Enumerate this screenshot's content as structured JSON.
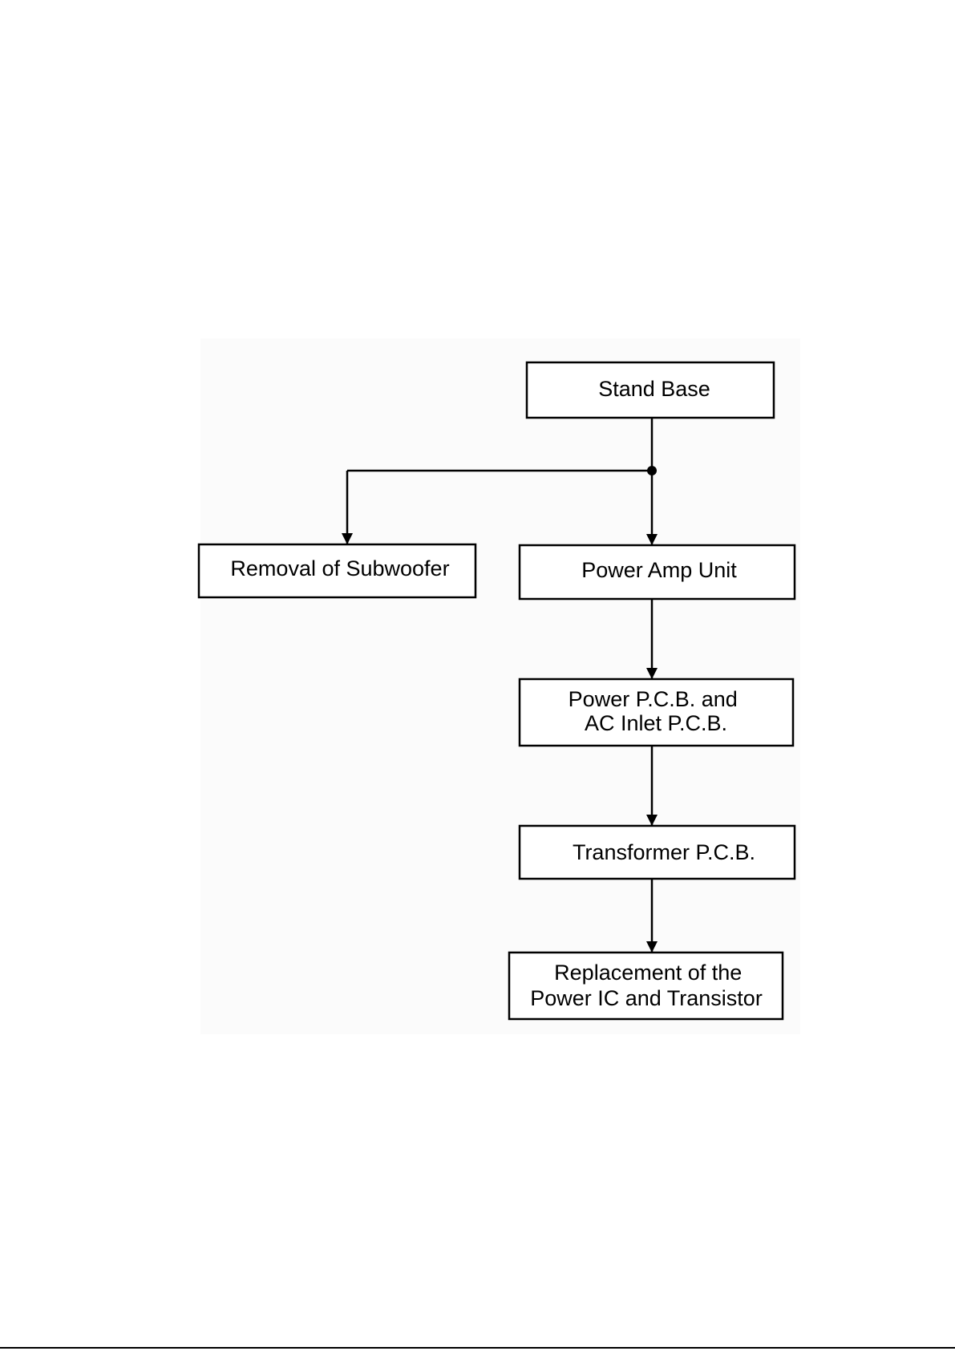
{
  "nodes": {
    "stand_base": {
      "lines": [
        "Stand Base"
      ]
    },
    "removal_subwoofer": {
      "lines": [
        "Removal of Subwoofer"
      ]
    },
    "power_amp_unit": {
      "lines": [
        "Power Amp Unit"
      ]
    },
    "power_pcb_ac_inlet": {
      "lines": [
        "Power P.C.B. and",
        "AC Inlet P.C.B."
      ]
    },
    "transformer_pcb": {
      "lines": [
        "Transformer P.C.B."
      ]
    },
    "replacement_power_ic": {
      "lines": [
        "Replacement of the",
        "Power IC and Transistor"
      ]
    }
  },
  "edges": [
    {
      "from": "stand_base",
      "to": "removal_subwoofer"
    },
    {
      "from": "stand_base",
      "to": "power_amp_unit"
    },
    {
      "from": "power_amp_unit",
      "to": "power_pcb_ac_inlet"
    },
    {
      "from": "power_pcb_ac_inlet",
      "to": "transformer_pcb"
    },
    {
      "from": "transformer_pcb",
      "to": "replacement_power_ic"
    }
  ]
}
